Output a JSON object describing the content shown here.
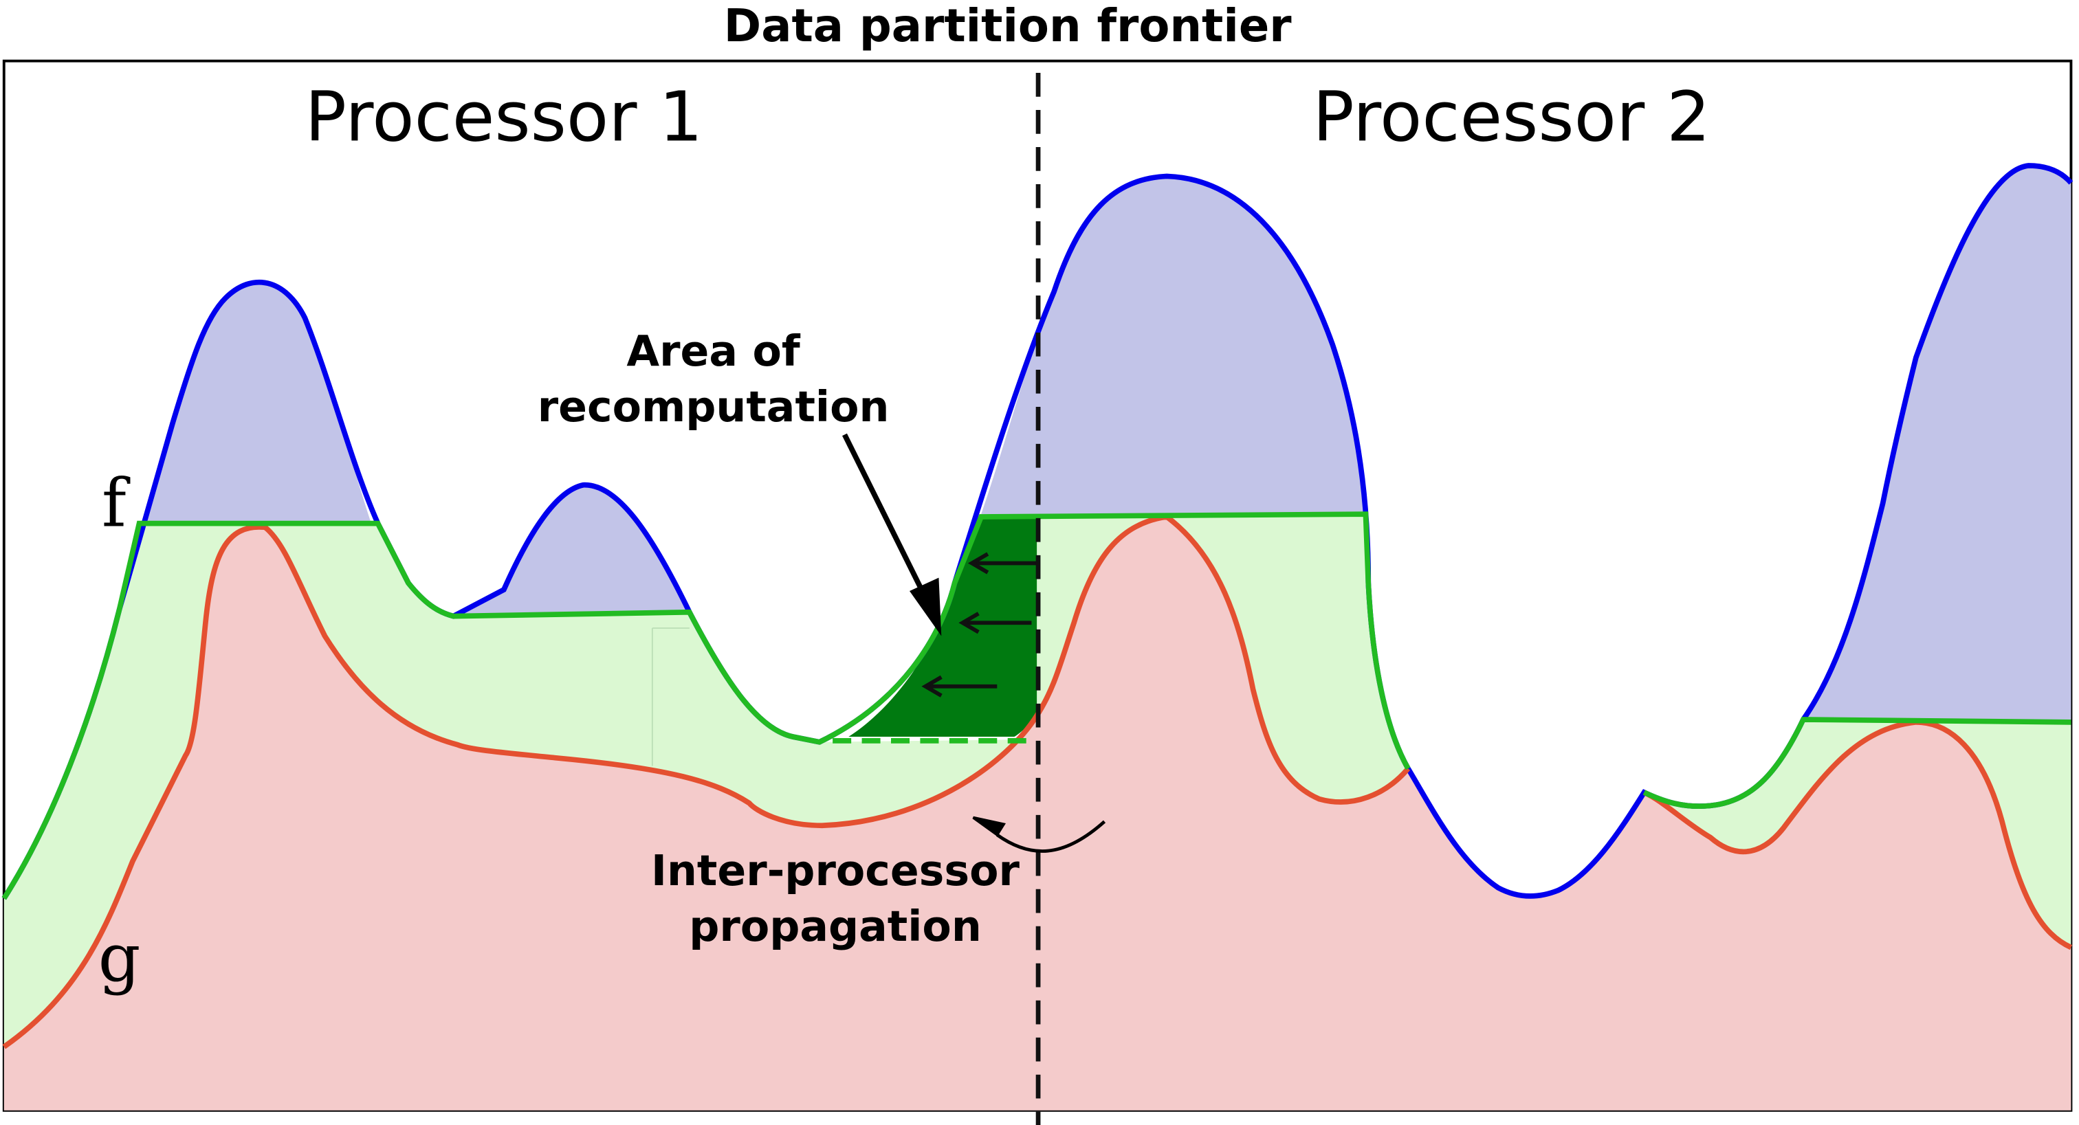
{
  "title": "Data partition frontier",
  "regions": {
    "left_label": "Processor 1",
    "right_label": "Processor 2"
  },
  "curves": {
    "f_label": "f",
    "g_label": "g"
  },
  "annotations": {
    "recompute_line1": "Area of",
    "recompute_line2": "recomputation",
    "propagation_line1": "Inter-processor",
    "propagation_line2": "propagation"
  },
  "colors": {
    "f_curve": "#0000ee",
    "f_fill": "#c2c4e8",
    "g_curve": "#e45030",
    "g_fill": "#f4cbcb",
    "result_line": "#22bb22",
    "result_fill": "#dbf8d2",
    "recompute_fill": "#007a10",
    "frontier": "#111111"
  }
}
